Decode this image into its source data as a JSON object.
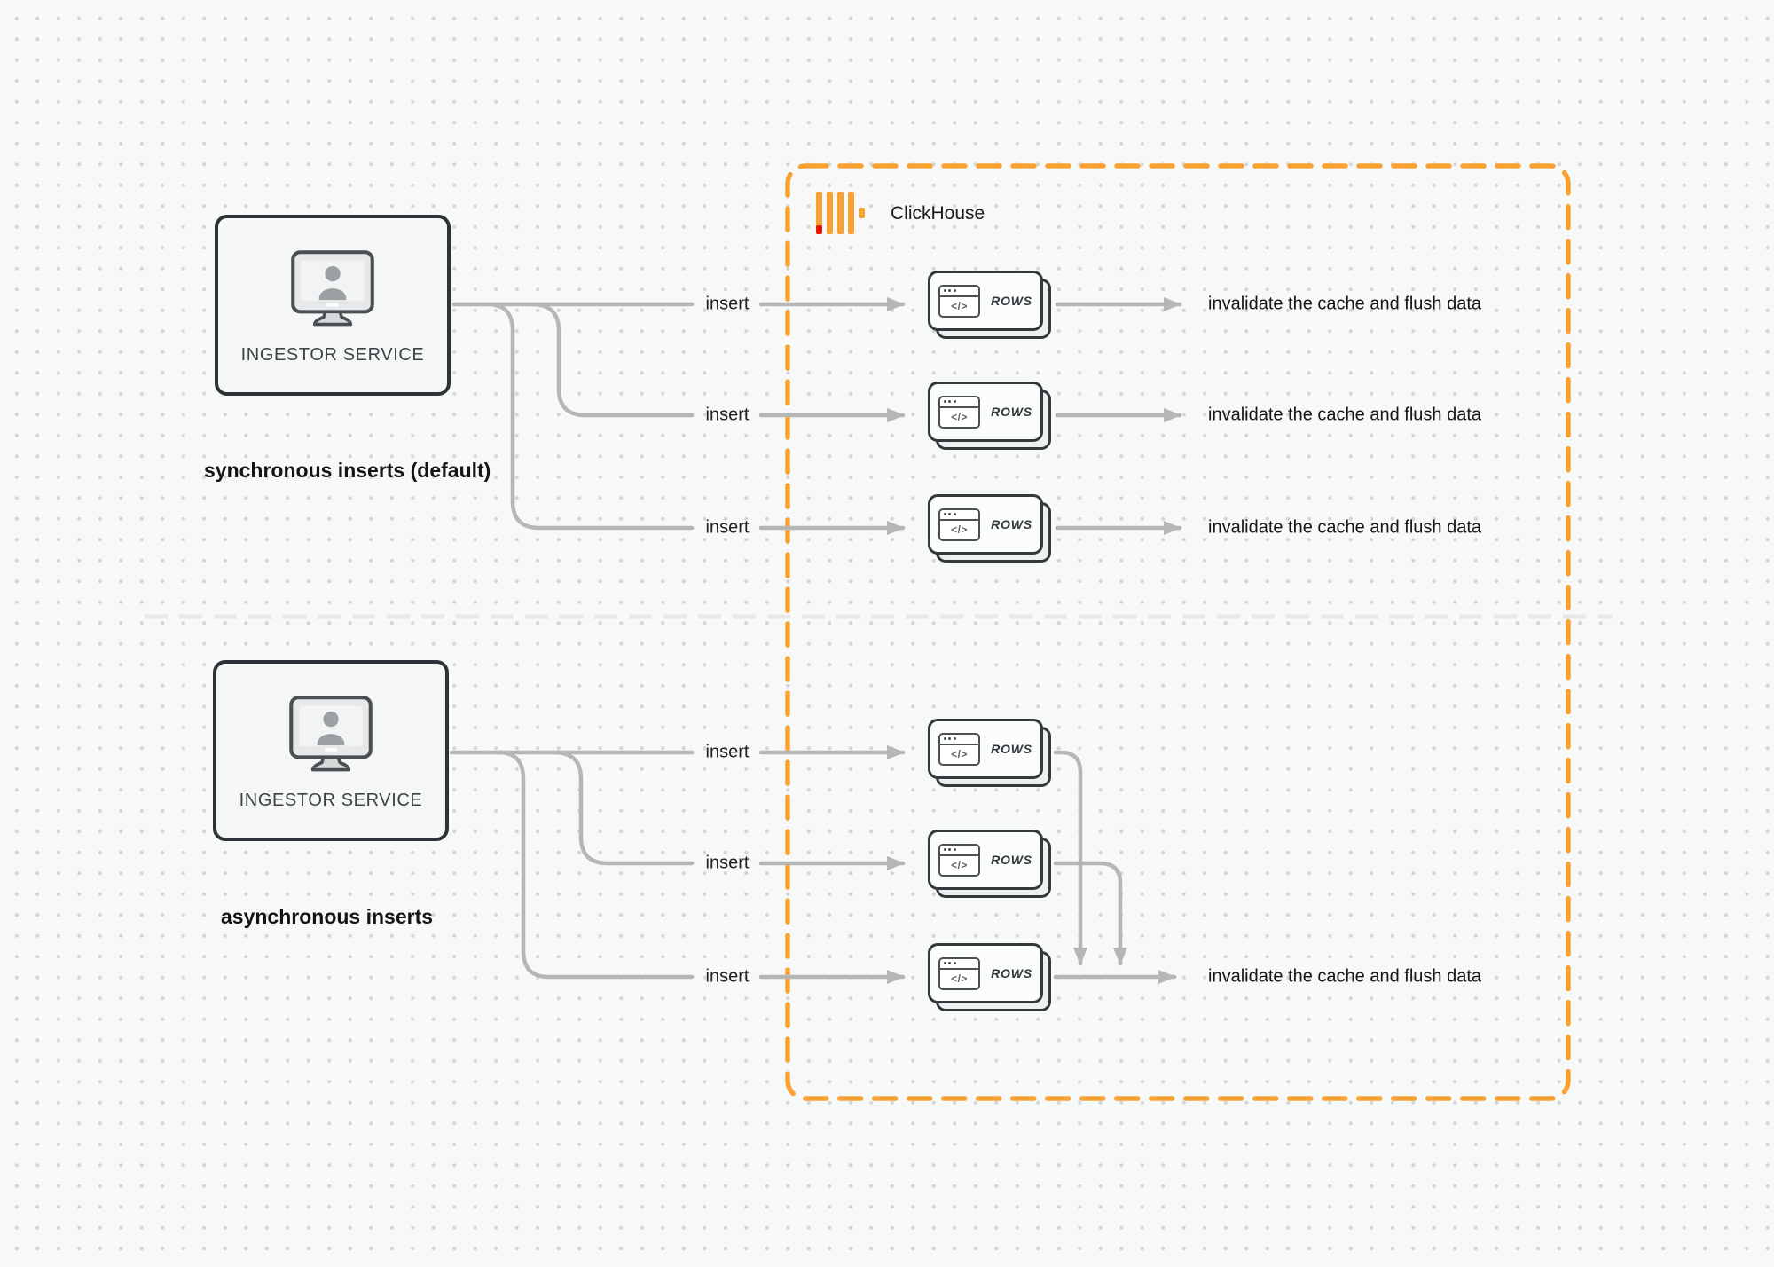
{
  "clickhouse": {
    "title": "ClickHouse",
    "brand_color": "#F9A232",
    "brand_red": "#EA1500"
  },
  "colors": {
    "wire": "#b5b7b7",
    "boundary": "#F9A232",
    "divider": "#e7e9e9",
    "box_border": "#2e3338"
  },
  "sync": {
    "section_label": "synchronous inserts (default)",
    "service": {
      "label": "INGESTOR SERVICE",
      "icon": "monitor-user-icon"
    },
    "rows": [
      {
        "insert_label": "insert",
        "card_label": "ROWS",
        "result_label": "invalidate the cache and flush data"
      },
      {
        "insert_label": "insert",
        "card_label": "ROWS",
        "result_label": "invalidate the cache and flush data"
      },
      {
        "insert_label": "insert",
        "card_label": "ROWS",
        "result_label": "invalidate the cache and flush data"
      }
    ]
  },
  "async": {
    "section_label": "asynchronous inserts",
    "service": {
      "label": "INGESTOR SERVICE",
      "icon": "monitor-user-icon"
    },
    "rows": [
      {
        "insert_label": "insert",
        "card_label": "ROWS"
      },
      {
        "insert_label": "insert",
        "card_label": "ROWS"
      },
      {
        "insert_label": "insert",
        "card_label": "ROWS"
      }
    ],
    "result_label": "invalidate the cache and flush data"
  },
  "cards": {
    "code_glyph": "</>"
  }
}
